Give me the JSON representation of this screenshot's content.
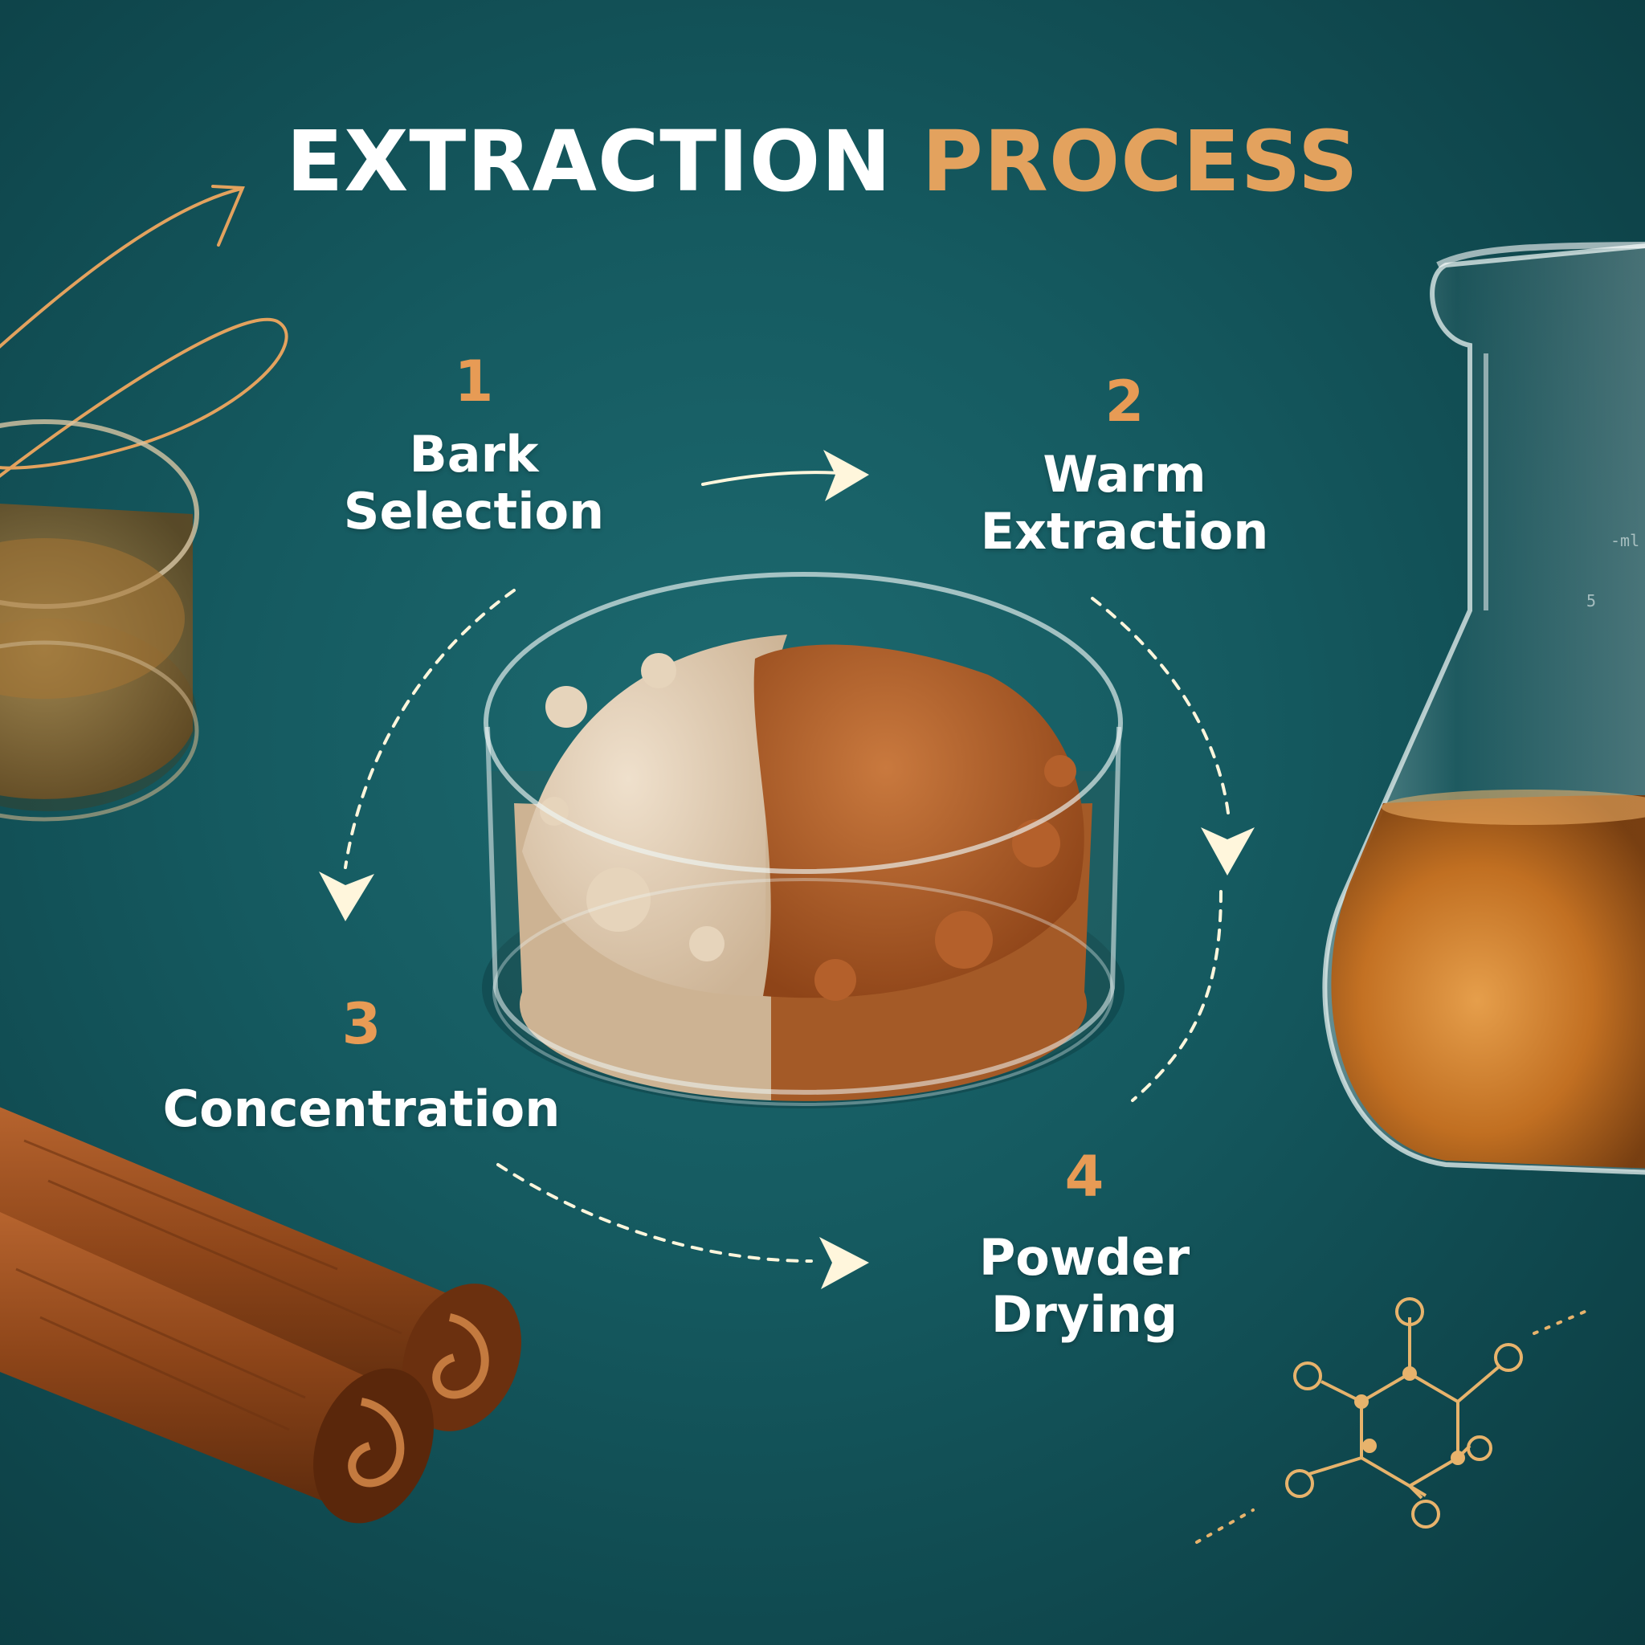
{
  "title": {
    "part1": "EXTRACTION",
    "part2": "PROCESS"
  },
  "steps": [
    {
      "number": "1",
      "label": "Bark\nSelection"
    },
    {
      "number": "2",
      "label": "Warm\nExtraction"
    },
    {
      "number": "3",
      "label": "Concentration"
    },
    {
      "number": "4",
      "label": "Powder\nDrying"
    }
  ],
  "colors": {
    "background": "#155a60",
    "accent": "#e3a25e",
    "text": "#ffffff",
    "arrow": "#fff6dc"
  },
  "illustrations": [
    "petri-dish-with-powder",
    "glass-beaker-with-amber-liquid",
    "glass-dish-with-liquid",
    "cinnamon-sticks",
    "molecule-icon",
    "decorative-swirl-arrow"
  ]
}
